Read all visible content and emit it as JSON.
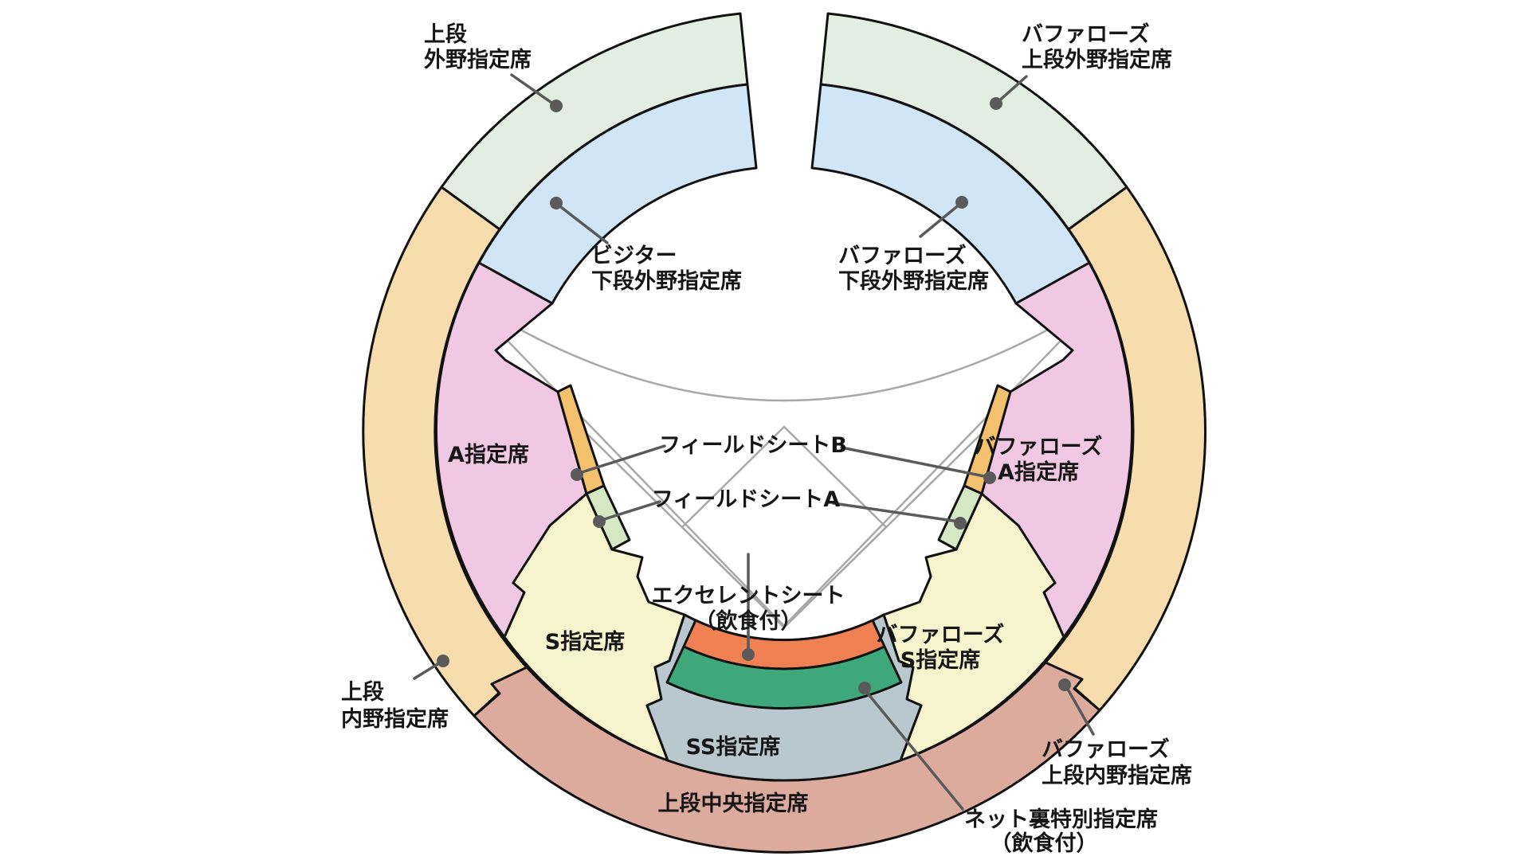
{
  "diagram": {
    "kind": "stadium-seating-map",
    "sections": {
      "upper_outfield_left": {
        "line1": "上段",
        "line2": "外野指定席"
      },
      "buffaloes_upper_outfield": {
        "line1": "バファローズ",
        "line2": "上段外野指定席"
      },
      "visitor_lower_outfield": {
        "line1": "ビジター",
        "line2": "下段外野指定席"
      },
      "buffaloes_lower_outfield": {
        "line1": "バファローズ",
        "line2": "下段外野指定席"
      },
      "a_reserved": {
        "line1": "A指定席"
      },
      "buffaloes_a_reserved": {
        "line1": "バファローズ",
        "line2": "A指定席"
      },
      "field_seat_b": {
        "line1": "フィールドシートB"
      },
      "field_seat_a": {
        "line1": "フィールドシートA"
      },
      "excellent_seat": {
        "line1": "エクセレントシート",
        "line2": "（飲食付）"
      },
      "s_reserved": {
        "line1": "S指定席"
      },
      "buffaloes_s_reserved": {
        "line1": "バファローズ",
        "line2": "S指定席"
      },
      "upper_infield_left": {
        "line1": "上段",
        "line2": "内野指定席"
      },
      "ss_reserved": {
        "line1": "SS指定席"
      },
      "upper_center": {
        "line1": "上段中央指定席"
      },
      "buffaloes_upper_infield": {
        "line1": "バファローズ",
        "line2": "上段内野指定席"
      },
      "net_ura_special": {
        "line1": "ネット裏特別指定席",
        "line2": "（飲食付）"
      }
    },
    "colors": {
      "upper_outfield_green": "#e2eee2",
      "lower_outfield_blue": "#d0e5f5",
      "upper_infield_peach": "#f7dcad",
      "a_section_pink": "#f0c8e4",
      "s_section_yellow": "#f6f3cd",
      "ss_section_gray": "#b9c8ce",
      "excellent_orange": "#ef8052",
      "net_ura_green": "#3ea87a",
      "field_seat_b_orange": "#f3c16d",
      "field_seat_a_green": "#d4e8c4",
      "upper_center_brown": "#dcab9d",
      "outline": "#111111",
      "field_line_gray": "#a8a8a8",
      "leader_gray": "#5a5a5a"
    }
  }
}
